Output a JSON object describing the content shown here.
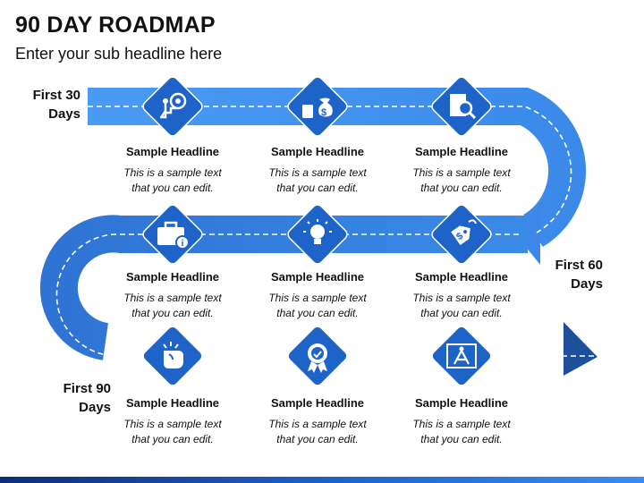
{
  "title": "90 DAY ROADMAP",
  "subtitle": "Enter your sub headline here",
  "stages": [
    {
      "label_line1": "First 30",
      "label_line2": "Days"
    },
    {
      "label_line1": "First 60",
      "label_line2": "Days"
    },
    {
      "label_line1": "First 90",
      "label_line2": "Days"
    }
  ],
  "items": [
    {
      "icon": "growth-climb-icon",
      "headline": "Sample Headline",
      "line1": "This is a sample text",
      "line2": "that you can edit."
    },
    {
      "icon": "money-calculator-icon",
      "headline": "Sample Headline",
      "line1": "This is a sample text",
      "line2": "that you can edit."
    },
    {
      "icon": "document-search-icon",
      "headline": "Sample Headline",
      "line1": "This is a sample text",
      "line2": "that you can edit."
    },
    {
      "icon": "briefcase-info-icon",
      "headline": "Sample Headline",
      "line1": "This is a sample text",
      "line2": "that you can edit."
    },
    {
      "icon": "lightbulb-icon",
      "headline": "Sample Headline",
      "line1": "This is a sample text",
      "line2": "that you can edit."
    },
    {
      "icon": "price-tag-icon",
      "headline": "Sample Headline",
      "line1": "This is a sample text",
      "line2": "that you can edit."
    },
    {
      "icon": "fist-icon",
      "headline": "Sample Headline",
      "line1": "This is a sample text",
      "line2": "that you can edit."
    },
    {
      "icon": "award-badge-icon",
      "headline": "Sample Headline",
      "line1": "This is a sample text",
      "line2": "that you can edit."
    },
    {
      "icon": "blueprint-compass-icon",
      "headline": "Sample Headline",
      "line1": "This is a sample text",
      "line2": "that you can edit."
    }
  ],
  "colors": {
    "road_light": "#3d8fee",
    "road_mid": "#2a6fcf",
    "road_dark": "#1c4f99",
    "diamond": "#1e63c7",
    "dash": "#ffffff"
  }
}
